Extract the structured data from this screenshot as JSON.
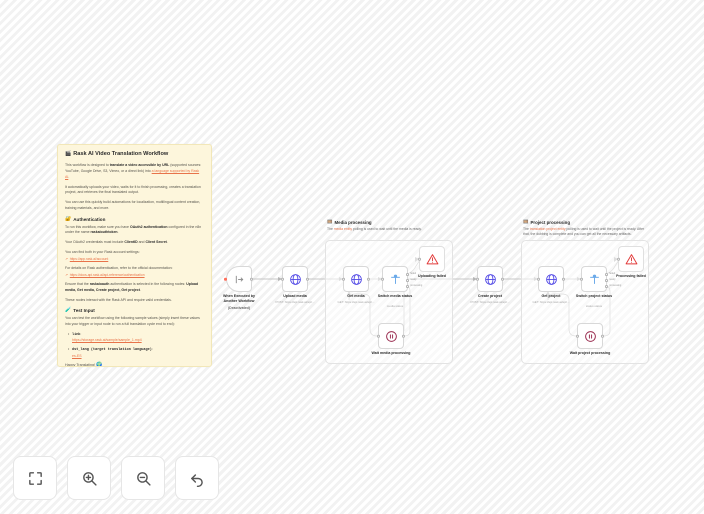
{
  "app": {
    "canvas_name": "workflow-canvas"
  },
  "sticky_note": {
    "title": "Rask AI Video Translation Workflow",
    "title_emoji": "🎬",
    "intro_1_pre": "This workflow is designed to ",
    "intro_1_bold": "translate a video accessible by URL",
    "intro_1_mid": " (supported sources: YouTube, Google Drive, S3, Vimeo, or a direct link) into ",
    "intro_1_link": "a language supported by Rask AI",
    "intro_1_post": ".",
    "intro_2": "It automatically uploads your video, waits for it to finish processing, creates a translation project, and retrieves the final translated output.",
    "intro_3": "You can use this quickly build automations for localization, multilingual content creation, training materials, and more.",
    "auth_heading": "Authentication",
    "auth_emoji": "🔐",
    "auth_1_pre": "To run this workflow, make sure you have ",
    "auth_1_bold": "OAuth2 authentication",
    "auth_1_post": " configured in the n8n under the name ",
    "auth_1_bold2": "raskaiouthtoken",
    "auth_1_end": ".",
    "auth_2_pre": "Your OAuth2 credentials must include ",
    "auth_2_b1": "ClientID",
    "auth_2_mid": " and ",
    "auth_2_b2": "Client Secret",
    "auth_2_end": ".",
    "link_1_label": "You can find both in your Rask account settings:",
    "link_1_url": "https://app.rask.ai/account",
    "link_2_label": "For details on Rask authentication, refer to the official documentation:",
    "link_2_url": "https://docs-api.rask.ai/api-reference/authentication",
    "auth_3_pre": "Ensure that the ",
    "auth_3_code": "raskaioauth",
    "auth_3_mid": " authentication is selected in the following nodes: ",
    "auth_3_nodes": "Upload media, Get media, Create project, Get project",
    "auth_3_end": ".",
    "auth_4": "These nodes interact with the Rask API and require valid credentials.",
    "test_heading": "Test Input",
    "test_emoji": "🧪",
    "test_p": "You can test the workflow using the following sample values (simply insert these values into your trigger or input node to run a full translation cycle end to end):",
    "items": [
      {
        "key": "link",
        "value": "https://storage.rask.ai/sample/sample_1.mp4"
      },
      {
        "key": "dst_lang (target translation language)",
        "value": "es-ES"
      }
    ],
    "footer": "Happy Translating!",
    "footer_emoji": "🌍"
  },
  "groups": [
    {
      "name": "media-processing",
      "emoji": "🎞️",
      "title": "Media processing",
      "sub_pre": "The ",
      "sub_hl": "media entity",
      "sub_post": " polling is used to wait until the media is ready."
    },
    {
      "name": "project-processing",
      "emoji": "🎞️",
      "title": "Project processing",
      "sub_pre": "The ",
      "sub_hl": "translation project entity",
      "sub_post": " polling is used to wait until the project is ready. After that, the dubbing is complete and you can get all the necessary artifacts."
    }
  ],
  "nodes": {
    "trigger": {
      "label": "When Executed by Another Workflow",
      "state": "(Deactivated)",
      "icon": "workflow-trigger-icon"
    },
    "upload_media": {
      "label": "Upload media",
      "sub": "POST: https://api.rask.ai/api/...",
      "icon": "globe-icon"
    },
    "get_media": {
      "label": "Get media",
      "sub": "GET: https://api.rask.ai/api/...",
      "icon": "globe-icon"
    },
    "switch_media_status": {
      "label": "Switch media status",
      "sub": "media.status",
      "icon": "switch-icon",
      "outputs": [
        "failed",
        "ready",
        "processing"
      ]
    },
    "uploading_failed": {
      "label": "Uploading failed",
      "icon": "stop-error-icon"
    },
    "wait_media_processing": {
      "label": "Wait media processing",
      "icon": "wait-pause-icon"
    },
    "create_project": {
      "label": "Create project",
      "sub": "POST: https://api.rask.ai/api/...",
      "icon": "globe-icon"
    },
    "get_project": {
      "label": "Get project",
      "sub": "GET: https://api.rask.ai/api/...",
      "icon": "globe-icon"
    },
    "switch_project_status": {
      "label": "Switch project status",
      "sub": "status.status",
      "icon": "switch-icon",
      "outputs": [
        "failed",
        "ready",
        "processing"
      ]
    },
    "processing_failed": {
      "label": "Processing failed",
      "icon": "stop-error-icon"
    },
    "wait_project_processing": {
      "label": "Wait project processing",
      "icon": "wait-pause-icon"
    }
  },
  "toolbar": [
    {
      "name": "zoom-to-fit-button",
      "icon": "fit-screen-icon",
      "title": "Zoom to fit"
    },
    {
      "name": "zoom-in-button",
      "icon": "zoom-in-icon",
      "title": "Zoom in"
    },
    {
      "name": "zoom-out-button",
      "icon": "zoom-out-icon",
      "title": "Zoom out"
    },
    {
      "name": "reset-zoom-button",
      "icon": "undo-arrow-icon",
      "title": "Reset zoom"
    }
  ],
  "colors": {
    "sticky_bg": "#fdf6dc",
    "sticky_border": "#f2e7b8",
    "link": "#e8734a",
    "node_icon": "#4f46e5",
    "error_icon": "#e23b3b",
    "wait_icon": "#9b2f52",
    "switch_icon": "#6aa9e9",
    "trigger_dot": "#ff6d5a"
  }
}
